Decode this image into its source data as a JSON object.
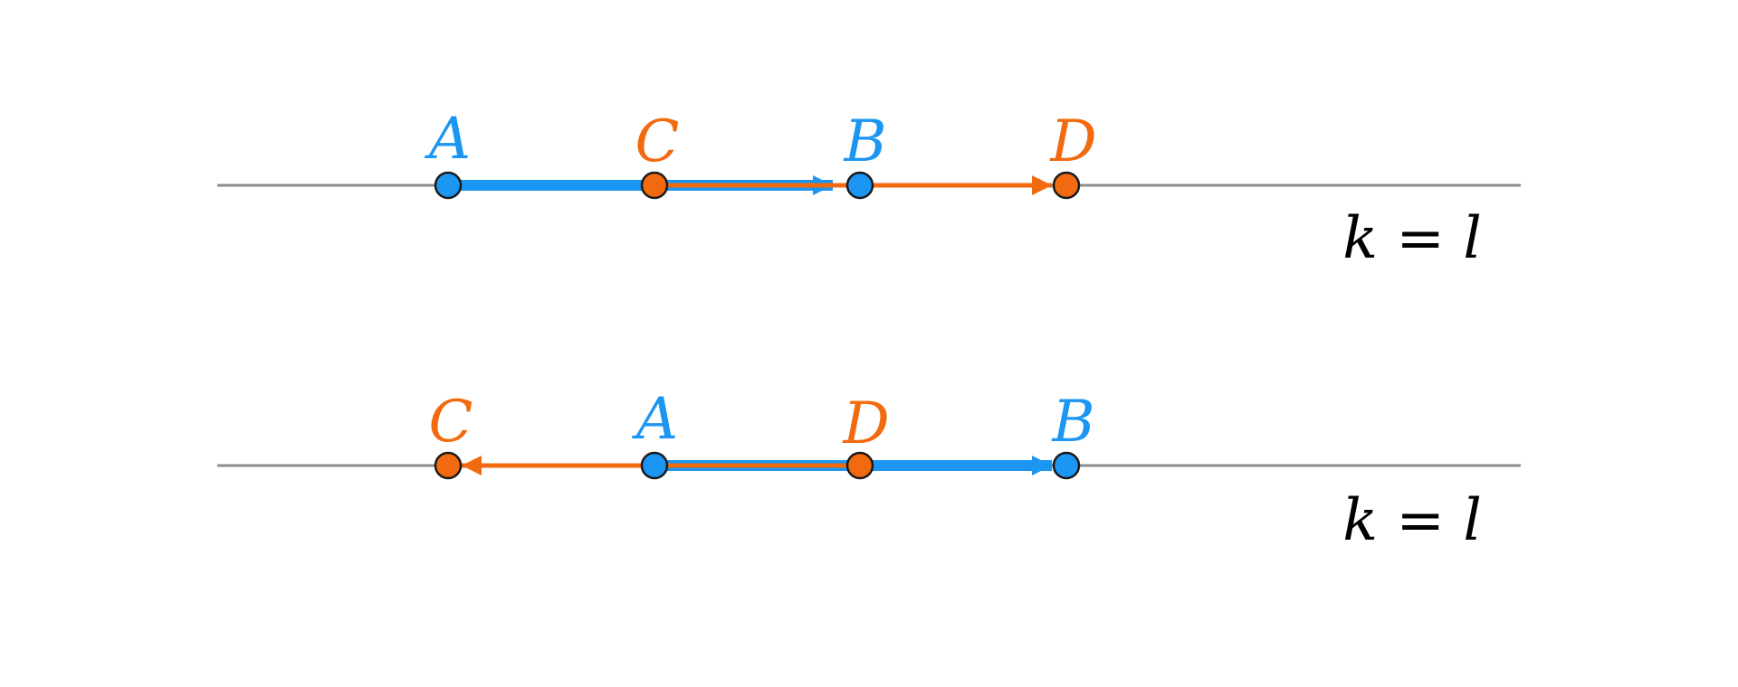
{
  "colors": {
    "blue": "#1b96f3",
    "orange": "#f26a0f",
    "line": "#8c8c8c",
    "outline": "#1a1a1a"
  },
  "rows": [
    {
      "line_label": "k = l",
      "points": [
        {
          "name": "A",
          "color": "blue"
        },
        {
          "name": "C",
          "color": "orange"
        },
        {
          "name": "B",
          "color": "blue"
        },
        {
          "name": "D",
          "color": "orange"
        }
      ],
      "vectors": [
        {
          "from": "A",
          "to": "B",
          "color": "blue"
        },
        {
          "from": "C",
          "to": "D",
          "color": "orange"
        }
      ]
    },
    {
      "line_label": "k = l",
      "points": [
        {
          "name": "C",
          "color": "orange"
        },
        {
          "name": "A",
          "color": "blue"
        },
        {
          "name": "D",
          "color": "orange"
        },
        {
          "name": "B",
          "color": "blue"
        }
      ],
      "vectors": [
        {
          "from": "A",
          "to": "B",
          "color": "blue"
        },
        {
          "from": "D",
          "to": "C",
          "color": "orange"
        }
      ]
    }
  ]
}
